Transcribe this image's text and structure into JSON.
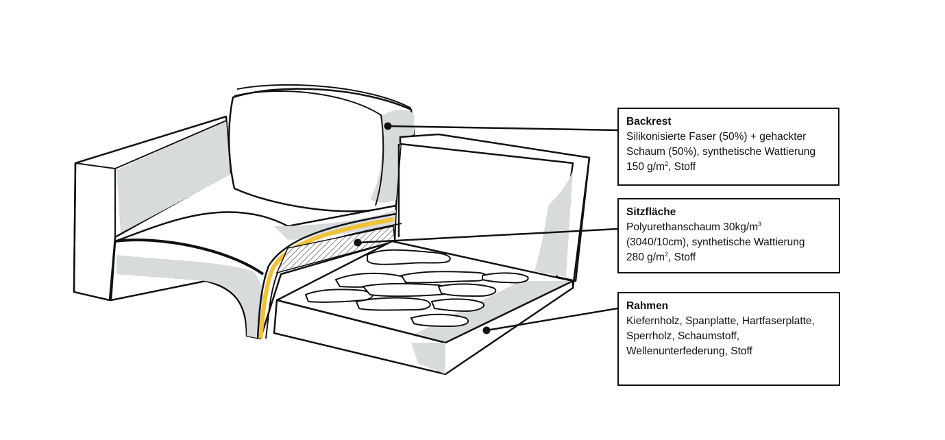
{
  "colors": {
    "outline": "#111111",
    "shade": "#d7dbdb",
    "padding_layer": "#f1c232",
    "background": "#ffffff"
  },
  "callouts": {
    "backrest": {
      "title": "Backrest",
      "line1": "Silikonisierte Faser (50%) + gehackter",
      "line2": "Schaum (50%), synthetische Wattierung",
      "line3_text": "150 g/m",
      "line3_sup": "2",
      "line3_tail": ", Stoff"
    },
    "seat": {
      "title": "Sitzfläche",
      "line1_text": "Polyurethanschaum 30kg/m",
      "line1_sup": "3",
      "line2": "(3040/10cm), synthetische Wattierung",
      "line3_text": "280 g/m",
      "line3_sup": "2",
      "line3_tail": ", Stoff"
    },
    "frame": {
      "title": "Rahmen",
      "line1": "Kiefernholz, Spanplatte, Hartfaserplatte,",
      "line2": "Sperrholz, Schaumstoff,",
      "line3": "Wellenunterfederung, Stoff"
    }
  }
}
